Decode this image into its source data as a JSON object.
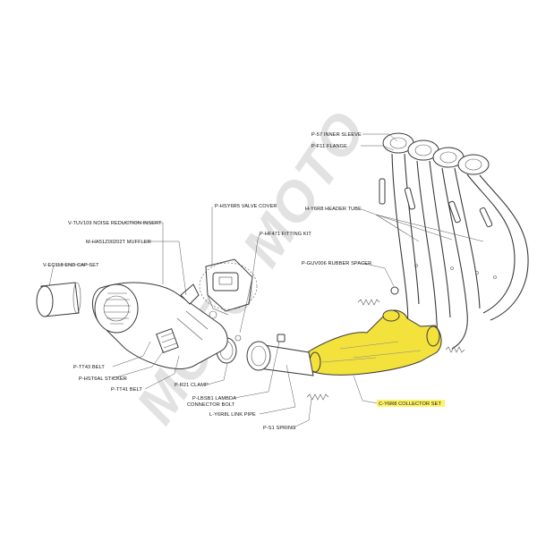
{
  "colors": {
    "collector_fill": "#f3e13c",
    "highlight_label": "#fff36b",
    "line": "#3a3a3a",
    "watermark": "#d9d9d9"
  },
  "watermark": {
    "text": "MOTO MOTO"
  },
  "labels": {
    "inner_sleeve": "P-57  INNER SLEEVE",
    "flange": "P-F11 FLANGE",
    "header_tube": "H-Y6R8 HEADER TUBE",
    "rubber_spacer": "P-GUV006 RUBBER SPACER",
    "valve_cover": "P-HSY6R5 VALVE COVER",
    "fitting_kit": "P-HF471 FITTING KIT",
    "noise_insert": "V-TUV109  NOISE REDUCTION INSERT",
    "muffler": "M-HA51Z00202T  MUFFLER",
    "end_cap": "V-EC118  END CAP SET",
    "belt_tt43": "P-TT43  BELT",
    "sticker": "P-HST6AL  STICKER",
    "belt_tt41": "P-TT41  BELT",
    "clamp": "P-R21 CLAMP",
    "lambda_line1": "P-LBSB1  LAMBDA",
    "lambda_line2": "CONNECTOR BOLT",
    "link_pipe": "L-Y6R8L  LINK PIPE",
    "spring": "P-S1  SPRING",
    "collector_set": "C-Y6R8  COLLECTOR SET"
  }
}
